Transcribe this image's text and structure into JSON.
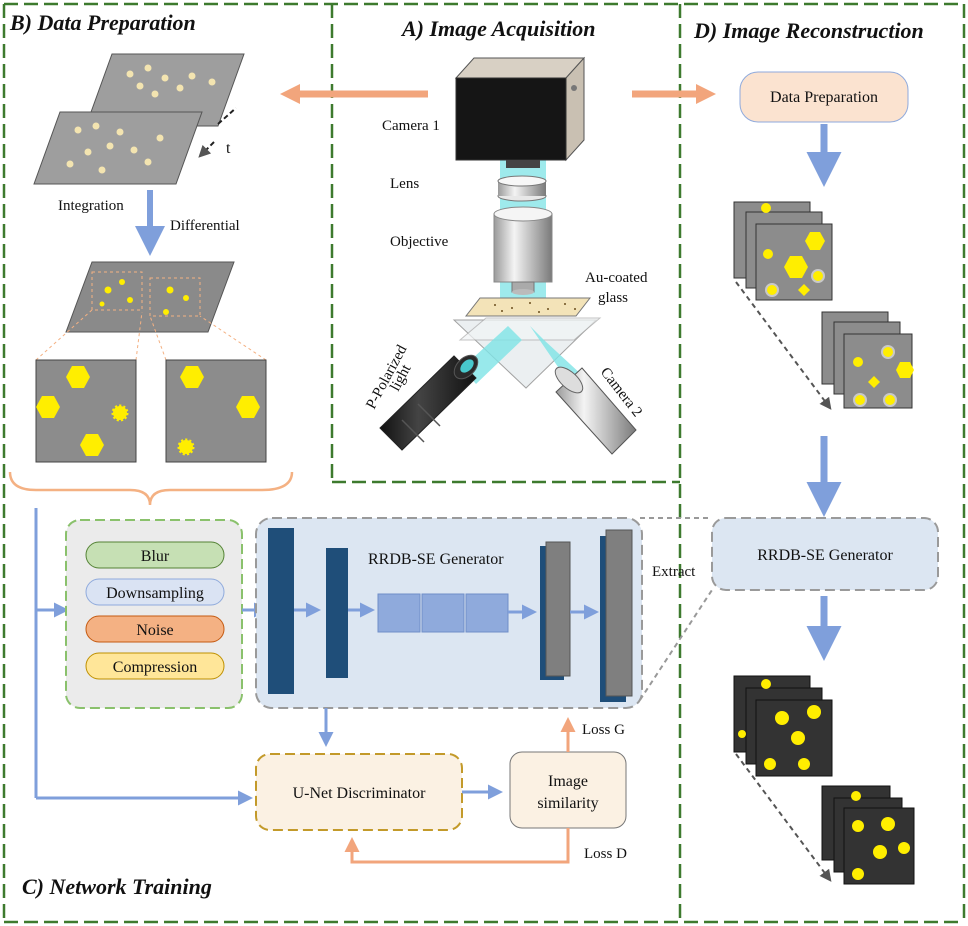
{
  "panels": {
    "acquisition": {
      "title": "A) Image Acquisition",
      "labels": {
        "camera1": "Camera 1",
        "lens": "Lens",
        "objective": "Objective",
        "au_coated_1": "Au-coated",
        "au_coated_2": "glass",
        "p_polarized_1": "P-Polarized",
        "p_polarized_2": "light",
        "camera2": "Camera 2"
      }
    },
    "preparation": {
      "title": "B) Data Preparation",
      "labels": {
        "t": "t",
        "integration": "Integration",
        "differential": "Differential"
      }
    },
    "training": {
      "title": "C) Network Training",
      "degradations": [
        "Blur",
        "Downsampling",
        "Noise",
        "Compression"
      ],
      "generator": "RRDB-SE Generator",
      "discriminator": "U-Net Discriminator",
      "similarity_1": "Image",
      "similarity_2": "similarity",
      "loss_g": "Loss G",
      "loss_d": "Loss D",
      "extract": "Extract"
    },
    "reconstruction": {
      "title": "D) Image Reconstruction",
      "data_preparation": "Data Preparation",
      "generator": "RRDB-SE Generator"
    }
  },
  "colors": {
    "panel_border": "#3d7a2e",
    "arrow_blue": "#7f9fdb",
    "arrow_orange": "#f2a57c",
    "particle_yellow": "#ffee00",
    "dark_blue_layer": "#1f4e79",
    "gen_bg": "#dce6f2",
    "deg_bg": "#ebebeb",
    "blur": "#c6e0b4",
    "downsampling": "#dae3f3",
    "noise": "#f4b183",
    "compression": "#ffe699",
    "disc_bg": "#fbf1e3",
    "disc_border": "#c39a2a",
    "sim_bg": "#fbf1e3",
    "dp_bg": "#fbe3d0",
    "laser": "#7ee3e6"
  }
}
